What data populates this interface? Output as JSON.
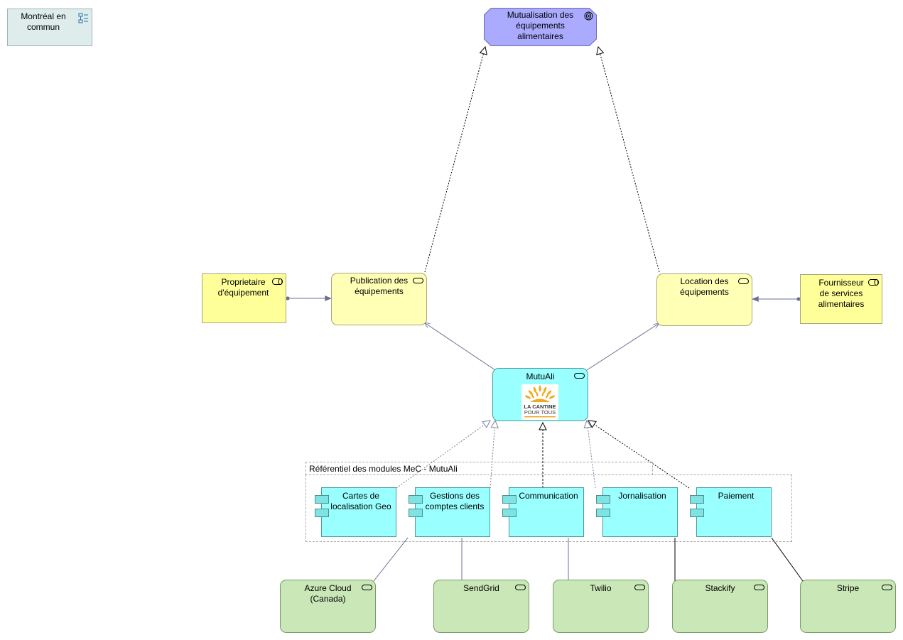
{
  "diagram": {
    "group_legend": {
      "label": "Montréal en\ncommun",
      "icon": "grouping-icon"
    },
    "goal": {
      "label": "Mutualisation des\néquipements\nalimentaires",
      "icon": "goal-icon",
      "color": "#aaaaff"
    },
    "actors": [
      {
        "label": "Proprietaire\nd'équipement",
        "icon": "role-icon",
        "color": "#ffff99"
      },
      {
        "label": "Fournisseur\nde services\nalimentaires",
        "icon": "role-icon",
        "color": "#ffff99"
      }
    ],
    "business_services": [
      {
        "label": "Publication des\néquipements",
        "icon": "service-icon",
        "color": "#ffffb5"
      },
      {
        "label": "Location des\néquipements",
        "icon": "service-icon",
        "color": "#ffffb5"
      }
    ],
    "app_service": {
      "label": "MutuAli",
      "icon": "service-icon",
      "color": "#99ffff",
      "logo_line1": "LA CANTINE",
      "logo_line2": "POUR TOUS"
    },
    "module_group": {
      "label": "Référentiel des modules MeC - MutuAli"
    },
    "components": [
      {
        "label": "Cartes de\nlocalisation Geo",
        "icon": "component-icon",
        "color": "#99ffff"
      },
      {
        "label": "Gestions des\ncomptes clients",
        "icon": "component-icon",
        "color": "#99ffff"
      },
      {
        "label": "Communication",
        "icon": "component-icon",
        "color": "#99ffff"
      },
      {
        "label": "Jornalisation",
        "icon": "component-icon",
        "color": "#99ffff"
      },
      {
        "label": "Paiement",
        "icon": "component-icon",
        "color": "#99ffff"
      }
    ],
    "tech_services": [
      {
        "label": "Azure Cloud\n(Canada)",
        "icon": "service-icon",
        "color": "#c9e7b7"
      },
      {
        "label": "SendGrid",
        "icon": "service-icon",
        "color": "#c9e7b7"
      },
      {
        "label": "Twilio",
        "icon": "service-icon",
        "color": "#c9e7b7"
      },
      {
        "label": "Stackify",
        "icon": "service-icon",
        "color": "#c9e7b7"
      },
      {
        "label": "Stripe",
        "icon": "service-icon",
        "color": "#c9e7b7"
      }
    ]
  }
}
